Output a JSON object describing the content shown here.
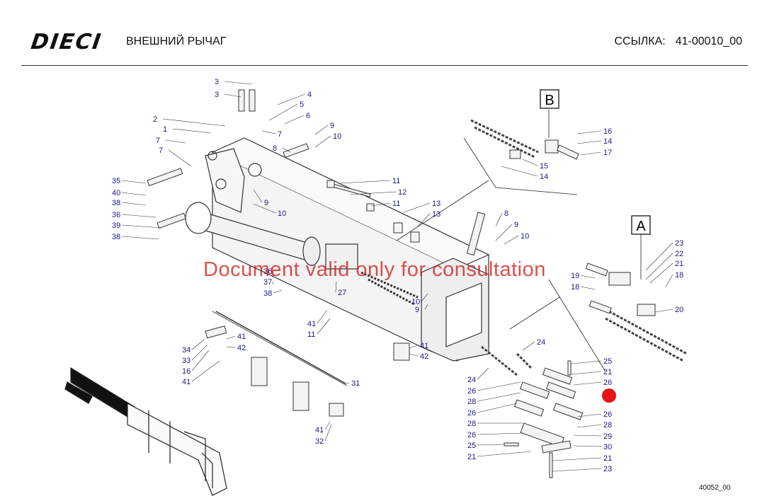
{
  "header": {
    "brand": "DIECI",
    "title": "ВНЕШНИЙ РЫЧАГ",
    "ref_label": "ССЫЛКА:",
    "ref_value": "41-00010_00"
  },
  "watermark": "Document valid only for consultation",
  "drawing_code": "40052_00",
  "detail_views": {
    "b": "B",
    "a": "A"
  },
  "callout_numbers": [
    "1",
    "2",
    "3",
    "4",
    "5",
    "6",
    "7",
    "8",
    "9",
    "10",
    "11",
    "12",
    "13",
    "14",
    "15",
    "16",
    "17",
    "18",
    "19",
    "20",
    "21",
    "22",
    "23",
    "24",
    "25",
    "26",
    "27",
    "28",
    "29",
    "30",
    "31",
    "32",
    "33",
    "34",
    "35",
    "36",
    "37",
    "38",
    "39",
    "40",
    "41",
    "42"
  ],
  "colors": {
    "callout": "#1a1a8a",
    "watermark": "#d21414",
    "marker": "#e8131b"
  }
}
